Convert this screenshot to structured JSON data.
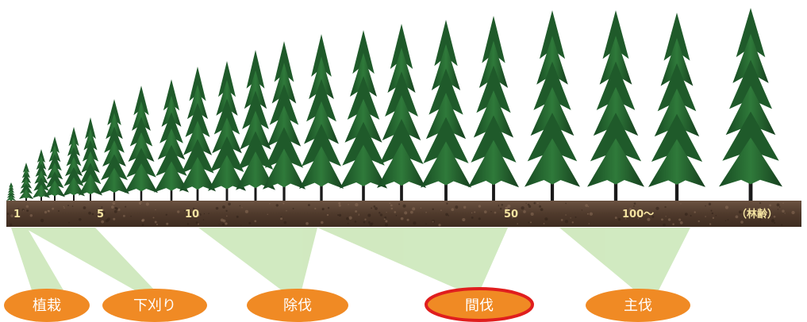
{
  "ground_labels": {
    "age_1": "1",
    "age_5": "5",
    "age_10": "10",
    "age_50": "50",
    "age_100": "100～",
    "axis_unit": "（林齢）"
  },
  "stages": [
    {
      "key": "planting",
      "label": "植栽",
      "highlighted": false
    },
    {
      "key": "weeding",
      "label": "下刈り",
      "highlighted": false
    },
    {
      "key": "cleaning",
      "label": "除伐",
      "highlighted": false
    },
    {
      "key": "thinning",
      "label": "間伐",
      "highlighted": true
    },
    {
      "key": "final_harvest",
      "label": "主伐",
      "highlighted": false
    }
  ],
  "colors": {
    "stage_fill": "#f08a24",
    "highlight_border": "#e01e1e",
    "callout": "#c9e6b6",
    "soil": "#5b4636",
    "ground_text": "#f4e3a1",
    "tree": "#1f5a2a",
    "trunk": "#1a1a1a"
  },
  "tree_icon": "conifer-tree-icon"
}
